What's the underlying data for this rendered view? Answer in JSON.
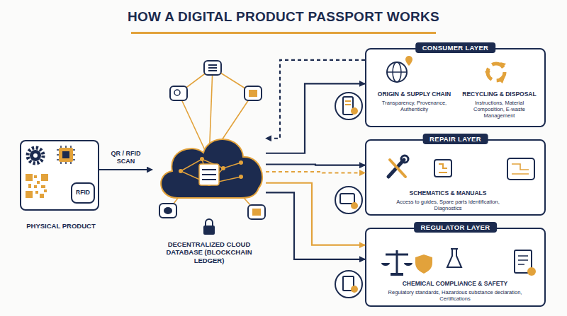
{
  "diagram": {
    "title": "HOW A DIGITAL PRODUCT PASSPORT WORKS",
    "nodes": [
      {
        "text": [
          "PHYSICAL PRODUCT"
        ]
      },
      {
        "text": [
          "RFID"
        ],
        "in": 0
      },
      {
        "text": [
          "DECENTRALIZED CLOUD DATABASE (BLOCKCHAIN LEDGER)"
        ]
      },
      {
        "text": [
          "CONSUMER LAYER",
          "ORIGIN & SUPPLY CHAIN",
          "Transparency, Provenance, Authenticity",
          "RECYCLING & DISPOSAL",
          "Instructions, Material Composition, E-waste Management"
        ]
      },
      {
        "text": [
          "REPAIR LAYER",
          "SCHEMATICS & MANUALS",
          "Access to guides, Spare parts identification, Diagnostics"
        ]
      },
      {
        "text": [
          "REGULATOR LAYER",
          "CHEMICAL COMPLIANCE & SAFETY",
          "Regulatory standards, Hazardous substance declaration, Certifications"
        ]
      }
    ],
    "edges": [
      {
        "from": 0,
        "to": 2,
        "label": "QR / RFID SCAN",
        "arrow": "to"
      },
      {
        "from": 2,
        "to": 3,
        "arrow": "to"
      },
      {
        "from": 3,
        "to": 2,
        "arrow": "to"
      },
      {
        "from": 2,
        "to": 4,
        "arrow": "to"
      },
      {
        "from": 2,
        "to": 4,
        "arrow": "to"
      },
      {
        "from": 2,
        "to": 5,
        "arrow": "to"
      },
      {
        "from": 2,
        "to": 5,
        "arrow": "to"
      }
    ]
  }
}
